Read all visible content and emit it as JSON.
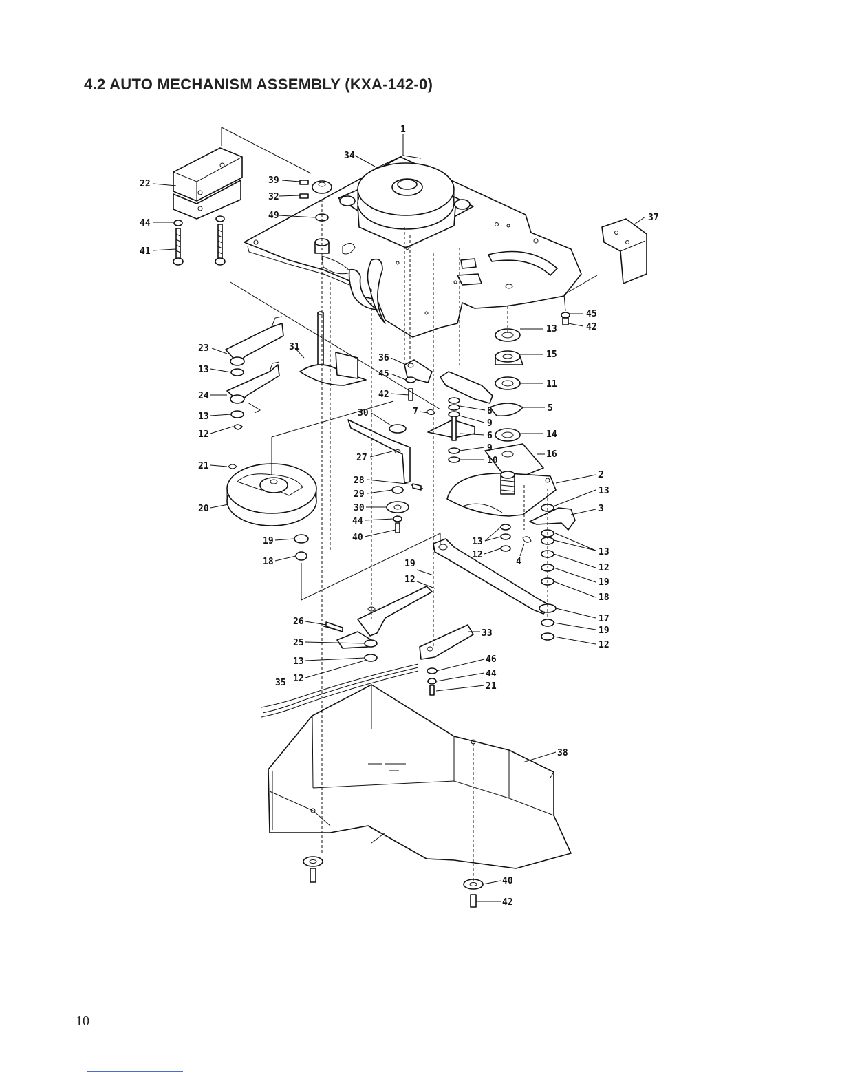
{
  "page": {
    "title": "4.2  AUTO MECHANISM ASSEMBLY  (KXA-142-0)",
    "page_number": "10"
  },
  "diagram": {
    "callouts": [
      {
        "id": "c1",
        "label": "1"
      },
      {
        "id": "c34",
        "label": "34"
      },
      {
        "id": "c39",
        "label": "39"
      },
      {
        "id": "c32",
        "label": "32"
      },
      {
        "id": "c49",
        "label": "49"
      },
      {
        "id": "c22",
        "label": "22"
      },
      {
        "id": "c44a",
        "label": "44"
      },
      {
        "id": "c41",
        "label": "41"
      },
      {
        "id": "c37",
        "label": "37"
      },
      {
        "id": "c45a",
        "label": "45"
      },
      {
        "id": "c42a",
        "label": "42"
      },
      {
        "id": "c13a",
        "label": "13"
      },
      {
        "id": "c15",
        "label": "15"
      },
      {
        "id": "c11",
        "label": "11"
      },
      {
        "id": "c5",
        "label": "5"
      },
      {
        "id": "c14",
        "label": "14"
      },
      {
        "id": "c16",
        "label": "16"
      },
      {
        "id": "c2",
        "label": "2"
      },
      {
        "id": "c13b",
        "label": "13"
      },
      {
        "id": "c3",
        "label": "3"
      },
      {
        "id": "c13c",
        "label": "13"
      },
      {
        "id": "c12a",
        "label": "12"
      },
      {
        "id": "c19a",
        "label": "19"
      },
      {
        "id": "c18a",
        "label": "18"
      },
      {
        "id": "c17",
        "label": "17"
      },
      {
        "id": "c19b",
        "label": "19"
      },
      {
        "id": "c12b",
        "label": "12"
      },
      {
        "id": "c23",
        "label": "23"
      },
      {
        "id": "c13d",
        "label": "13"
      },
      {
        "id": "c24",
        "label": "24"
      },
      {
        "id": "c13e",
        "label": "13"
      },
      {
        "id": "c12c",
        "label": "12"
      },
      {
        "id": "c31",
        "label": "31"
      },
      {
        "id": "c36",
        "label": "36"
      },
      {
        "id": "c45b",
        "label": "45"
      },
      {
        "id": "c42b",
        "label": "42"
      },
      {
        "id": "c7",
        "label": "7"
      },
      {
        "id": "c8",
        "label": "8"
      },
      {
        "id": "c9a",
        "label": "9"
      },
      {
        "id": "c6",
        "label": "6"
      },
      {
        "id": "c9b",
        "label": "9"
      },
      {
        "id": "c10a",
        "label": "10"
      },
      {
        "id": "c30a",
        "label": "30"
      },
      {
        "id": "c27",
        "label": "27"
      },
      {
        "id": "c21a",
        "label": "21"
      },
      {
        "id": "c20",
        "label": "20"
      },
      {
        "id": "c28",
        "label": "28"
      },
      {
        "id": "c29",
        "label": "29"
      },
      {
        "id": "c30b",
        "label": "30"
      },
      {
        "id": "c44b",
        "label": "44"
      },
      {
        "id": "c40a",
        "label": "40"
      },
      {
        "id": "c19c",
        "label": "19"
      },
      {
        "id": "c18b",
        "label": "18"
      },
      {
        "id": "c13f",
        "label": "13"
      },
      {
        "id": "c12d",
        "label": "12"
      },
      {
        "id": "c4",
        "label": "4"
      },
      {
        "id": "c19d",
        "label": "19"
      },
      {
        "id": "c12e",
        "label": "12"
      },
      {
        "id": "c26",
        "label": "26"
      },
      {
        "id": "c25",
        "label": "25"
      },
      {
        "id": "c13g",
        "label": "13"
      },
      {
        "id": "c12f",
        "label": "12"
      },
      {
        "id": "c35",
        "label": "35"
      },
      {
        "id": "c33",
        "label": "33"
      },
      {
        "id": "c46",
        "label": "46"
      },
      {
        "id": "c44c",
        "label": "44"
      },
      {
        "id": "c21b",
        "label": "21"
      },
      {
        "id": "c38",
        "label": "38"
      },
      {
        "id": "c40b",
        "label": "40"
      },
      {
        "id": "c42c",
        "label": "42"
      }
    ]
  }
}
